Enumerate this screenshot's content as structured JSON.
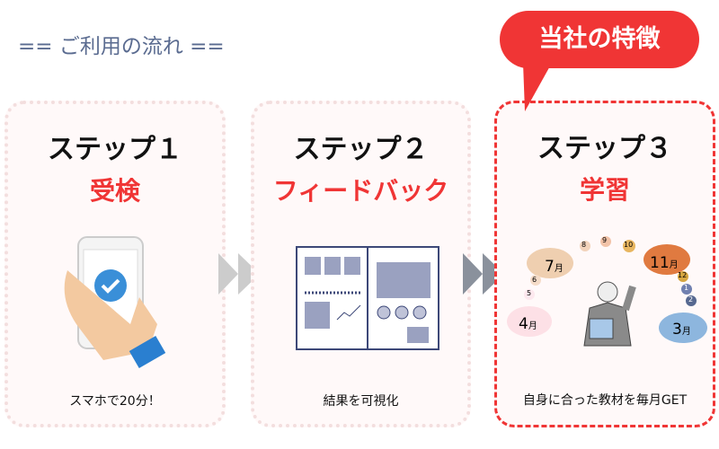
{
  "header": {
    "title": "== ご利用の流れ ==",
    "badge": "当社の特徴"
  },
  "steps": [
    {
      "title": "ステップ１",
      "subtitle": "受検",
      "caption": "スマホで20分！"
    },
    {
      "title": "ステップ２",
      "subtitle": "フィードバック",
      "caption": "結果を可視化"
    },
    {
      "title": "ステップ３",
      "subtitle": "学習",
      "caption": "自身に合った教材を毎月GET"
    }
  ],
  "months": {
    "m1": "1",
    "m2": "2",
    "m3": "3",
    "m4": "4",
    "m5": "5",
    "m6": "6",
    "m7": "7",
    "m8": "8",
    "m9": "9",
    "m10": "10",
    "m11": "11",
    "m12": "12",
    "unit": "月"
  },
  "colors": {
    "accent": "#f03535",
    "title": "#5a6b90"
  }
}
